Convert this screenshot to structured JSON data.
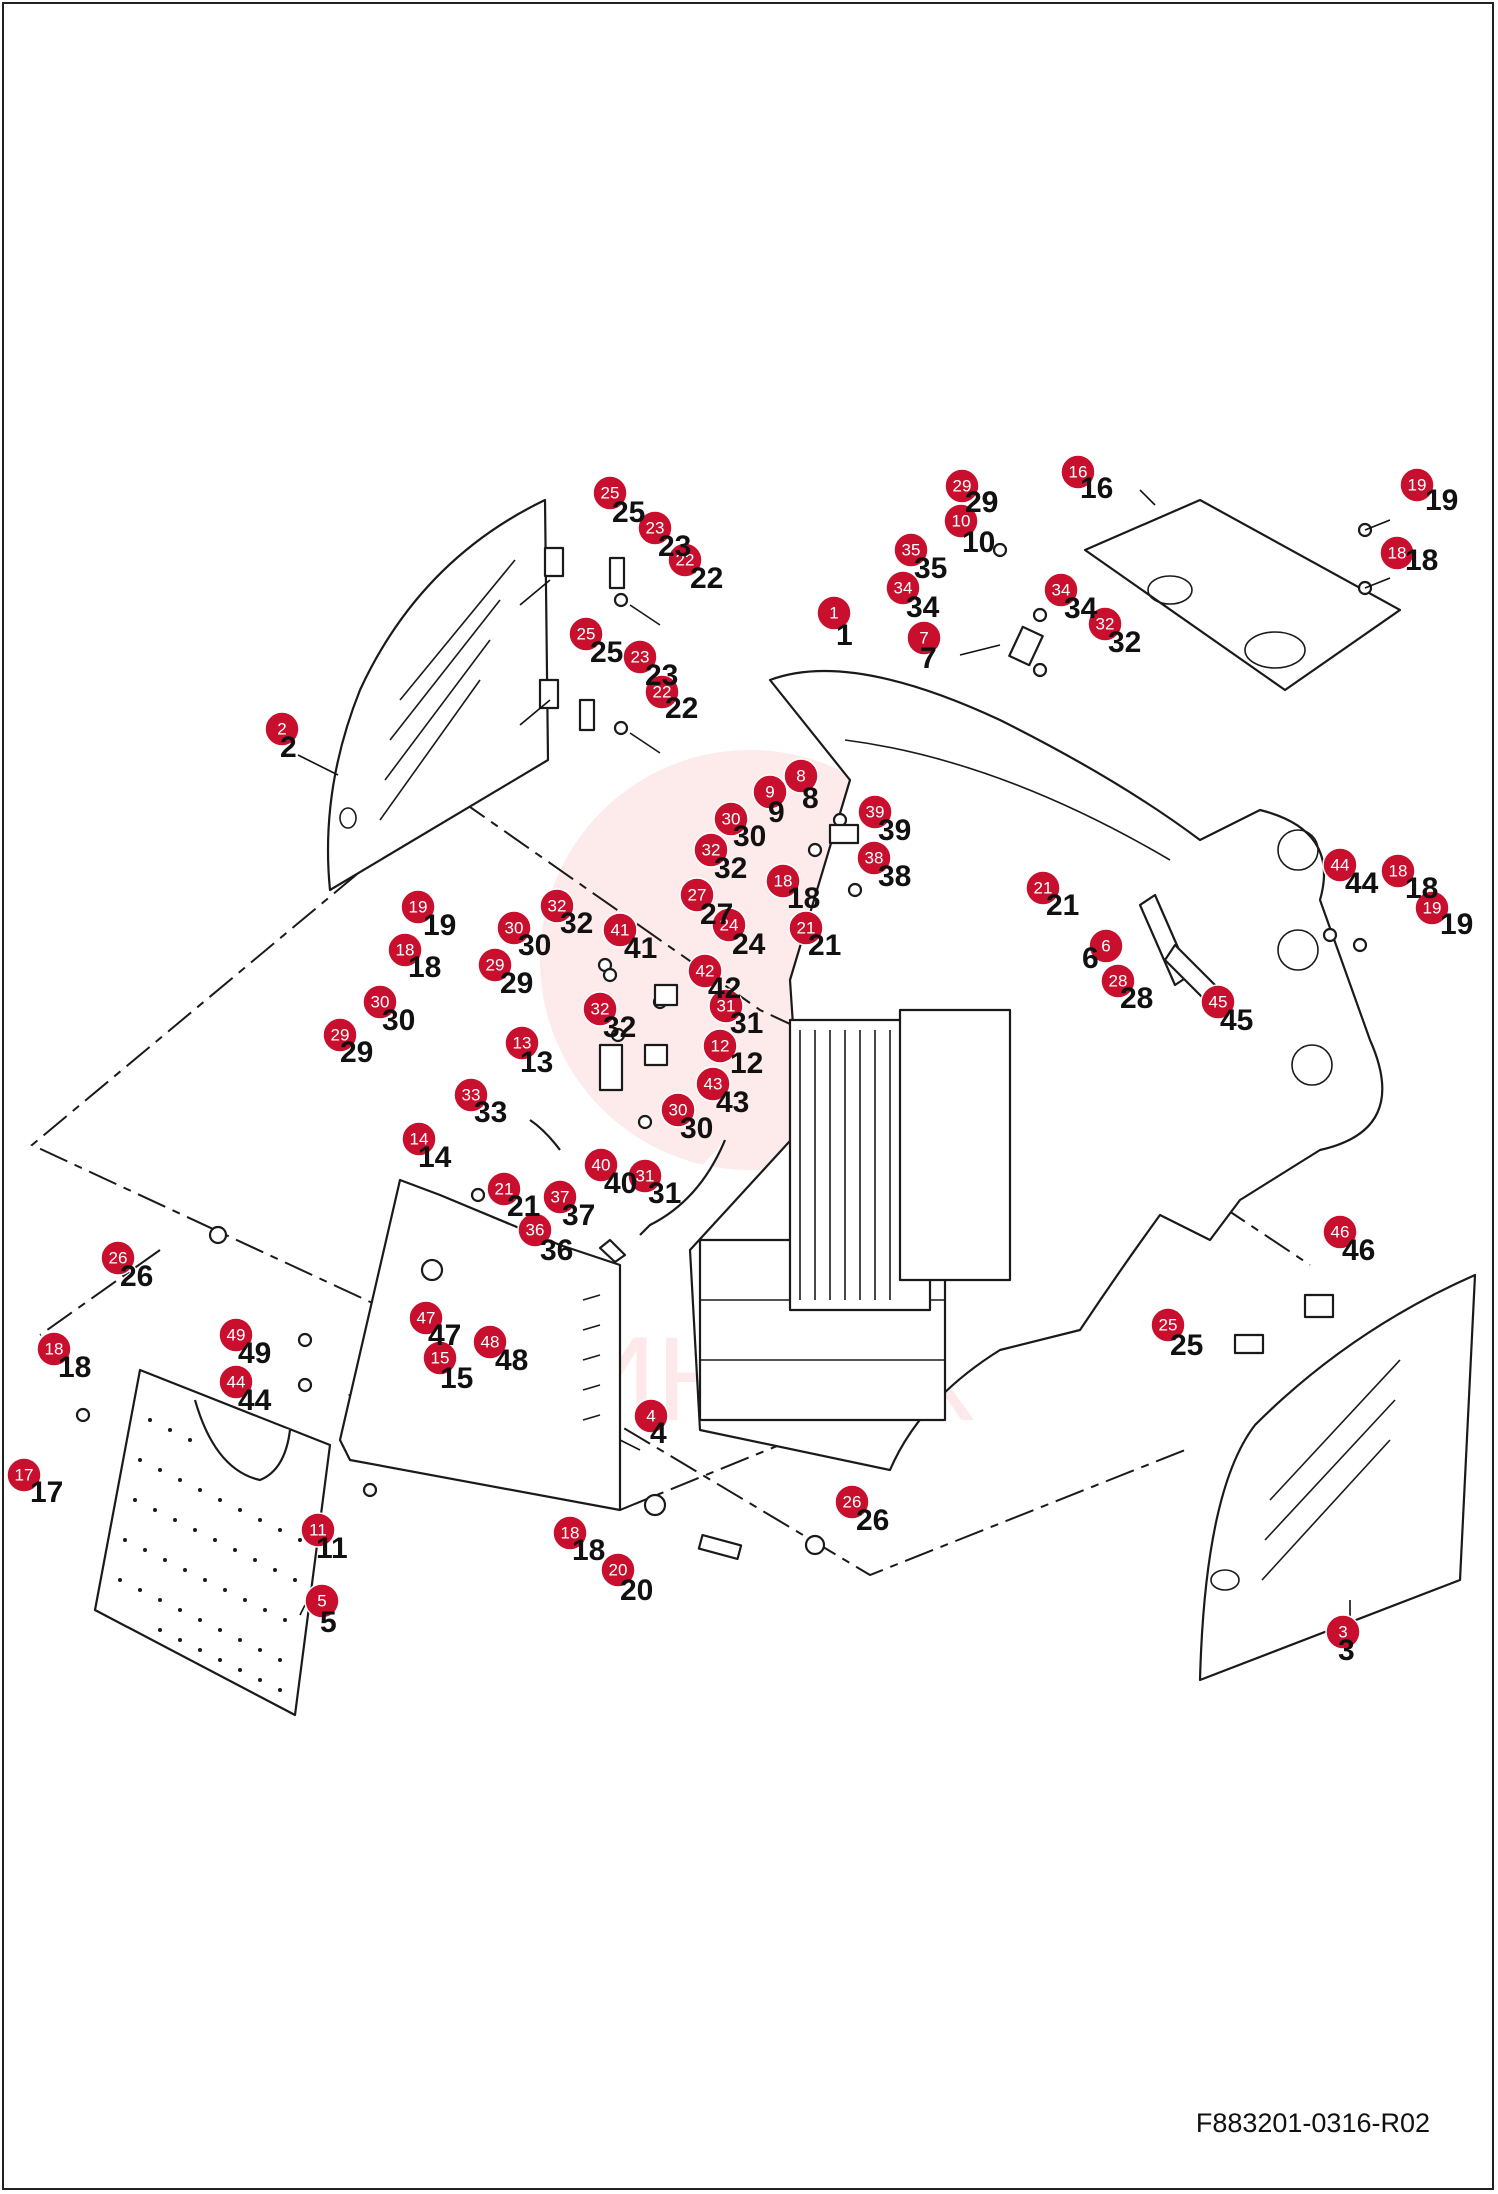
{
  "drawing_code": "F883201-0316-R02",
  "watermark_text": "ИНТЕХ",
  "callout_color": "#c8102e",
  "callouts": [
    {
      "id": "c-1",
      "num": "1"
    },
    {
      "id": "c-2",
      "num": "2"
    },
    {
      "id": "c-3",
      "num": "3"
    },
    {
      "id": "c-4",
      "num": "4"
    },
    {
      "id": "c-5",
      "num": "5"
    },
    {
      "id": "c-6",
      "num": "6"
    },
    {
      "id": "c-7",
      "num": "7"
    },
    {
      "id": "c-8",
      "num": "8"
    },
    {
      "id": "c-9",
      "num": "9"
    },
    {
      "id": "c-10",
      "num": "10"
    },
    {
      "id": "c-11",
      "num": "11"
    },
    {
      "id": "c-12",
      "num": "12"
    },
    {
      "id": "c-13",
      "num": "13"
    },
    {
      "id": "c-14",
      "num": "14"
    },
    {
      "id": "c-15",
      "num": "15"
    },
    {
      "id": "c-16",
      "num": "16"
    },
    {
      "id": "c-17",
      "num": "17"
    },
    {
      "id": "c-18a",
      "num": "18"
    },
    {
      "id": "c-18b",
      "num": "18"
    },
    {
      "id": "c-18c",
      "num": "18"
    },
    {
      "id": "c-18d",
      "num": "18"
    },
    {
      "id": "c-18e",
      "num": "18"
    },
    {
      "id": "c-18f",
      "num": "18"
    },
    {
      "id": "c-19a",
      "num": "19"
    },
    {
      "id": "c-19b",
      "num": "19"
    },
    {
      "id": "c-19c",
      "num": "19"
    },
    {
      "id": "c-20",
      "num": "20"
    },
    {
      "id": "c-21a",
      "num": "21"
    },
    {
      "id": "c-21b",
      "num": "21"
    },
    {
      "id": "c-21c",
      "num": "21"
    },
    {
      "id": "c-22a",
      "num": "22"
    },
    {
      "id": "c-22b",
      "num": "22"
    },
    {
      "id": "c-23a",
      "num": "23"
    },
    {
      "id": "c-23b",
      "num": "23"
    },
    {
      "id": "c-24",
      "num": "24"
    },
    {
      "id": "c-25a",
      "num": "25"
    },
    {
      "id": "c-25b",
      "num": "25"
    },
    {
      "id": "c-25c",
      "num": "25"
    },
    {
      "id": "c-26a",
      "num": "26"
    },
    {
      "id": "c-26b",
      "num": "26"
    },
    {
      "id": "c-27",
      "num": "27"
    },
    {
      "id": "c-28",
      "num": "28"
    },
    {
      "id": "c-29a",
      "num": "29"
    },
    {
      "id": "c-29b",
      "num": "29"
    },
    {
      "id": "c-29c",
      "num": "29"
    },
    {
      "id": "c-29d",
      "num": "29"
    },
    {
      "id": "c-30a",
      "num": "30"
    },
    {
      "id": "c-30b",
      "num": "30"
    },
    {
      "id": "c-30c",
      "num": "30"
    },
    {
      "id": "c-30d",
      "num": "30"
    },
    {
      "id": "c-31a",
      "num": "31"
    },
    {
      "id": "c-31b",
      "num": "31"
    },
    {
      "id": "c-32a",
      "num": "32"
    },
    {
      "id": "c-32b",
      "num": "32"
    },
    {
      "id": "c-32c",
      "num": "32"
    },
    {
      "id": "c-32d",
      "num": "32"
    },
    {
      "id": "c-33",
      "num": "33"
    },
    {
      "id": "c-34a",
      "num": "34"
    },
    {
      "id": "c-34b",
      "num": "34"
    },
    {
      "id": "c-35",
      "num": "35"
    },
    {
      "id": "c-36",
      "num": "36"
    },
    {
      "id": "c-37",
      "num": "37"
    },
    {
      "id": "c-38",
      "num": "38"
    },
    {
      "id": "c-39",
      "num": "39"
    },
    {
      "id": "c-40",
      "num": "40"
    },
    {
      "id": "c-41",
      "num": "41"
    },
    {
      "id": "c-42",
      "num": "42"
    },
    {
      "id": "c-43",
      "num": "43"
    },
    {
      "id": "c-44a",
      "num": "44"
    },
    {
      "id": "c-44b",
      "num": "44"
    },
    {
      "id": "c-45",
      "num": "45"
    },
    {
      "id": "c-46",
      "num": "46"
    },
    {
      "id": "c-47",
      "num": "47"
    },
    {
      "id": "c-48",
      "num": "48"
    },
    {
      "id": "c-49",
      "num": "49"
    }
  ],
  "labels": [
    {
      "id": "l-1",
      "num": "1"
    },
    {
      "id": "l-2",
      "num": "2"
    },
    {
      "id": "l-3",
      "num": "3"
    },
    {
      "id": "l-4",
      "num": "4"
    },
    {
      "id": "l-5",
      "num": "5"
    },
    {
      "id": "l-6",
      "num": "6"
    },
    {
      "id": "l-7",
      "num": "7"
    },
    {
      "id": "l-8",
      "num": "8"
    },
    {
      "id": "l-9",
      "num": "9"
    },
    {
      "id": "l-10",
      "num": "10"
    },
    {
      "id": "l-11",
      "num": "11"
    },
    {
      "id": "l-12",
      "num": "12"
    },
    {
      "id": "l-13",
      "num": "13"
    },
    {
      "id": "l-14",
      "num": "14"
    },
    {
      "id": "l-15",
      "num": "15"
    },
    {
      "id": "l-16",
      "num": "16"
    },
    {
      "id": "l-17",
      "num": "17"
    },
    {
      "id": "l-18a",
      "num": "18"
    },
    {
      "id": "l-18b",
      "num": "18"
    },
    {
      "id": "l-18c",
      "num": "18"
    },
    {
      "id": "l-18d",
      "num": "18"
    },
    {
      "id": "l-18e",
      "num": "18"
    },
    {
      "id": "l-18f",
      "num": "18"
    },
    {
      "id": "l-19a",
      "num": "19"
    },
    {
      "id": "l-19b",
      "num": "19"
    },
    {
      "id": "l-19c",
      "num": "19"
    },
    {
      "id": "l-20",
      "num": "20"
    },
    {
      "id": "l-21a",
      "num": "21"
    },
    {
      "id": "l-21b",
      "num": "21"
    },
    {
      "id": "l-21c",
      "num": "21"
    },
    {
      "id": "l-22a",
      "num": "22"
    },
    {
      "id": "l-22b",
      "num": "22"
    },
    {
      "id": "l-23a",
      "num": "23"
    },
    {
      "id": "l-23b",
      "num": "23"
    },
    {
      "id": "l-24",
      "num": "24"
    },
    {
      "id": "l-25a",
      "num": "25"
    },
    {
      "id": "l-25b",
      "num": "25"
    },
    {
      "id": "l-25c",
      "num": "25"
    },
    {
      "id": "l-26a",
      "num": "26"
    },
    {
      "id": "l-26b",
      "num": "26"
    },
    {
      "id": "l-27",
      "num": "27"
    },
    {
      "id": "l-28",
      "num": "28"
    },
    {
      "id": "l-29a",
      "num": "29"
    },
    {
      "id": "l-29b",
      "num": "29"
    },
    {
      "id": "l-29c",
      "num": "29"
    },
    {
      "id": "l-29d",
      "num": "29"
    },
    {
      "id": "l-30a",
      "num": "30"
    },
    {
      "id": "l-30b",
      "num": "30"
    },
    {
      "id": "l-30c",
      "num": "30"
    },
    {
      "id": "l-30d",
      "num": "30"
    },
    {
      "id": "l-31a",
      "num": "31"
    },
    {
      "id": "l-31b",
      "num": "31"
    },
    {
      "id": "l-32a",
      "num": "32"
    },
    {
      "id": "l-32b",
      "num": "32"
    },
    {
      "id": "l-32c",
      "num": "32"
    },
    {
      "id": "l-32d",
      "num": "32"
    },
    {
      "id": "l-33",
      "num": "33"
    },
    {
      "id": "l-34a",
      "num": "34"
    },
    {
      "id": "l-34b",
      "num": "34"
    },
    {
      "id": "l-35",
      "num": "35"
    },
    {
      "id": "l-36",
      "num": "36"
    },
    {
      "id": "l-37",
      "num": "37"
    },
    {
      "id": "l-38",
      "num": "38"
    },
    {
      "id": "l-39",
      "num": "39"
    },
    {
      "id": "l-40",
      "num": "40"
    },
    {
      "id": "l-41",
      "num": "41"
    },
    {
      "id": "l-42",
      "num": "42"
    },
    {
      "id": "l-43",
      "num": "43"
    },
    {
      "id": "l-44a",
      "num": "44"
    },
    {
      "id": "l-44b",
      "num": "44"
    },
    {
      "id": "l-45",
      "num": "45"
    },
    {
      "id": "l-46",
      "num": "46"
    },
    {
      "id": "l-47",
      "num": "47"
    },
    {
      "id": "l-48",
      "num": "48"
    },
    {
      "id": "l-49",
      "num": "49"
    }
  ]
}
